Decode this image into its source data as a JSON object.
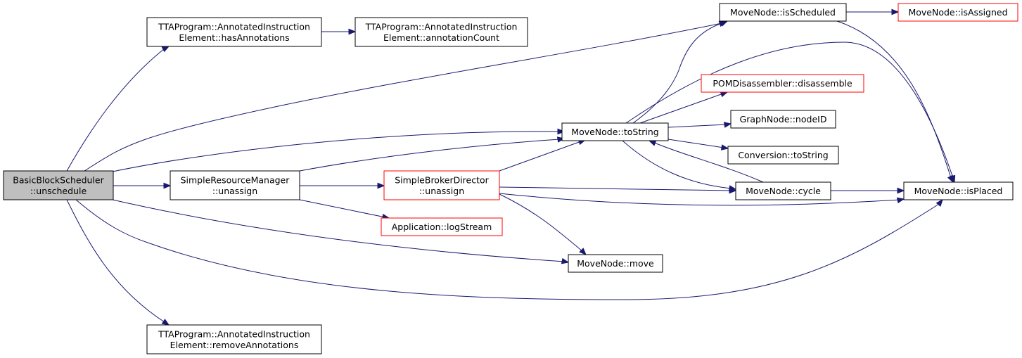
{
  "colors": {
    "edge": "#191970",
    "border_default": "#000000",
    "border_truncated": "#ff0000",
    "root_fill": "#bfbfbf",
    "node_fill": "#ffffff"
  },
  "nodes": {
    "bbs_unschedule": {
      "lines": [
        "BasicBlockScheduler",
        "::unschedule"
      ],
      "kind": "root"
    },
    "has_annotations": {
      "lines": [
        "TTAProgram::AnnotatedInstruction",
        "Element::hasAnnotations"
      ],
      "kind": "normal"
    },
    "annotation_count": {
      "lines": [
        "TTAProgram::AnnotatedInstruction",
        "Element::annotationCount"
      ],
      "kind": "normal"
    },
    "srm_unassign": {
      "lines": [
        "SimpleResourceManager",
        "::unassign"
      ],
      "kind": "normal"
    },
    "sbd_unassign": {
      "lines": [
        "SimpleBrokerDirector",
        "::unassign"
      ],
      "kind": "truncated"
    },
    "app_logstream": {
      "lines": [
        "Application::logStream"
      ],
      "kind": "truncated"
    },
    "mn_move": {
      "lines": [
        "MoveNode::move"
      ],
      "kind": "normal"
    },
    "remove_annotations": {
      "lines": [
        "TTAProgram::AnnotatedInstruction",
        "Element::removeAnnotations"
      ],
      "kind": "normal"
    },
    "mn_tostring": {
      "lines": [
        "MoveNode::toString"
      ],
      "kind": "normal"
    },
    "mn_isscheduled": {
      "lines": [
        "MoveNode::isScheduled"
      ],
      "kind": "normal"
    },
    "mn_isassigned": {
      "lines": [
        "MoveNode::isAssigned"
      ],
      "kind": "truncated"
    },
    "pom_disassemble": {
      "lines": [
        "POMDisassembler::disassemble"
      ],
      "kind": "truncated"
    },
    "gn_nodeid": {
      "lines": [
        "GraphNode::nodeID"
      ],
      "kind": "normal"
    },
    "conv_tostring": {
      "lines": [
        "Conversion::toString"
      ],
      "kind": "normal"
    },
    "mn_cycle": {
      "lines": [
        "MoveNode::cycle"
      ],
      "kind": "normal"
    },
    "mn_isplaced": {
      "lines": [
        "MoveNode::isPlaced"
      ],
      "kind": "normal"
    }
  },
  "edges": [
    {
      "from": "bbs_unschedule",
      "to": "has_annotations"
    },
    {
      "from": "bbs_unschedule",
      "to": "mn_isscheduled"
    },
    {
      "from": "bbs_unschedule",
      "to": "mn_tostring"
    },
    {
      "from": "bbs_unschedule",
      "to": "srm_unassign"
    },
    {
      "from": "bbs_unschedule",
      "to": "mn_move"
    },
    {
      "from": "bbs_unschedule",
      "to": "mn_isplaced"
    },
    {
      "from": "bbs_unschedule",
      "to": "remove_annotations"
    },
    {
      "from": "has_annotations",
      "to": "annotation_count"
    },
    {
      "from": "srm_unassign",
      "to": "mn_tostring"
    },
    {
      "from": "srm_unassign",
      "to": "sbd_unassign"
    },
    {
      "from": "srm_unassign",
      "to": "app_logstream"
    },
    {
      "from": "sbd_unassign",
      "to": "mn_tostring"
    },
    {
      "from": "sbd_unassign",
      "to": "mn_cycle"
    },
    {
      "from": "sbd_unassign",
      "to": "mn_isplaced"
    },
    {
      "from": "sbd_unassign",
      "to": "mn_move"
    },
    {
      "from": "mn_tostring",
      "to": "mn_isscheduled"
    },
    {
      "from": "mn_tostring",
      "to": "pom_disassemble"
    },
    {
      "from": "mn_tostring",
      "to": "gn_nodeid"
    },
    {
      "from": "mn_tostring",
      "to": "conv_tostring"
    },
    {
      "from": "mn_tostring",
      "to": "mn_cycle"
    },
    {
      "from": "mn_tostring",
      "to": "mn_isplaced"
    },
    {
      "from": "mn_cycle",
      "to": "mn_tostring"
    },
    {
      "from": "mn_cycle",
      "to": "mn_isplaced"
    },
    {
      "from": "mn_isscheduled",
      "to": "mn_isassigned"
    },
    {
      "from": "mn_isscheduled",
      "to": "mn_isplaced"
    }
  ]
}
